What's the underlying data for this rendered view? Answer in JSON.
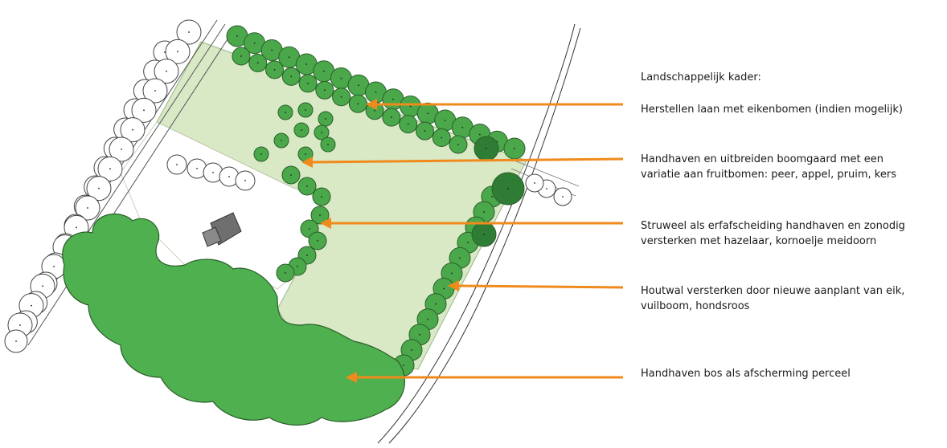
{
  "title": "Landschappelijk kader:",
  "annotations": [
    {
      "id": "laan",
      "lines": [
        "Herstellen laan met eikenbomen (indien mogelijk)"
      ]
    },
    {
      "id": "boomgaard",
      "lines": [
        "Handhaven en uitbreiden boomgaard met een",
        "variatie aan fruitbomen: peer, appel, pruim, kers"
      ]
    },
    {
      "id": "struweel",
      "lines": [
        "Struweel als erfafscheiding handhaven en zonodig",
        "versterken met hazelaar, kornoelje meidoorn"
      ]
    },
    {
      "id": "houtwal",
      "lines": [
        "Houtwal versterken door nieuwe aanplant van eik,",
        "vuilboom, hondsroos"
      ]
    },
    {
      "id": "bos",
      "lines": [
        "Handhaven bos als afscherming perceel"
      ]
    }
  ],
  "colors": {
    "meadow": "#d9e8c5",
    "tree_green": "#4aa84a",
    "tree_dark": "#2f7d35",
    "forest": "#4fb04f",
    "arrow": "#f08a1c",
    "building": "#6f6f6f"
  }
}
